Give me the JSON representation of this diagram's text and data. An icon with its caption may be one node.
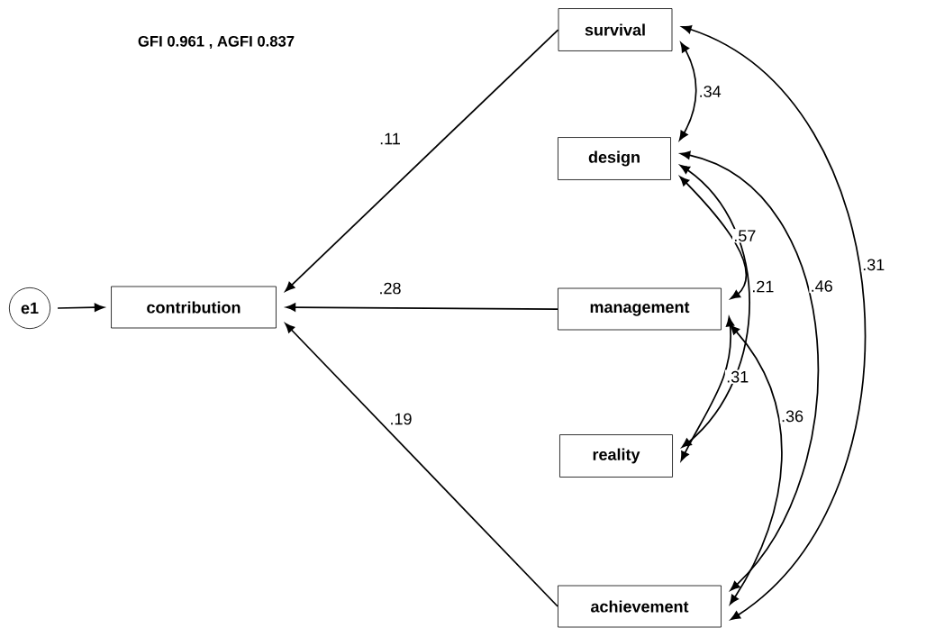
{
  "diagram": {
    "nodes": [
      {
        "text": [
          "e1"
        ]
      },
      {
        "text": [
          "contribution"
        ]
      },
      {
        "text": [
          "survival"
        ]
      },
      {
        "text": [
          "design"
        ]
      },
      {
        "text": [
          "management"
        ]
      },
      {
        "text": [
          "reality"
        ]
      },
      {
        "text": [
          "achievement"
        ]
      }
    ],
    "edges": [
      {
        "from": 0,
        "to": 1,
        "arrow": "to"
      },
      {
        "from": 2,
        "to": 1,
        "arrow": "to",
        "label": ".11"
      },
      {
        "from": 4,
        "to": 1,
        "arrow": "to",
        "label": ".28"
      },
      {
        "from": 6,
        "to": 1,
        "arrow": "to",
        "label": ".19"
      },
      {
        "from": 2,
        "to": 3,
        "arrow": "both",
        "label": ".34"
      },
      {
        "from": 3,
        "to": 4,
        "arrow": "both",
        "label": ".57"
      },
      {
        "from": 3,
        "to": 5,
        "arrow": "both",
        "label": ".21"
      },
      {
        "from": 3,
        "to": 6,
        "arrow": "both",
        "label": ".46"
      },
      {
        "from": 2,
        "to": 6,
        "arrow": "both",
        "label": ".31"
      },
      {
        "from": 4,
        "to": 5,
        "arrow": "both",
        "label": ".31"
      },
      {
        "from": 4,
        "to": 6,
        "arrow": "both",
        "label": ".36"
      }
    ],
    "labels": [
      "GFI 0.961 , AGFI 0.837"
    ]
  }
}
